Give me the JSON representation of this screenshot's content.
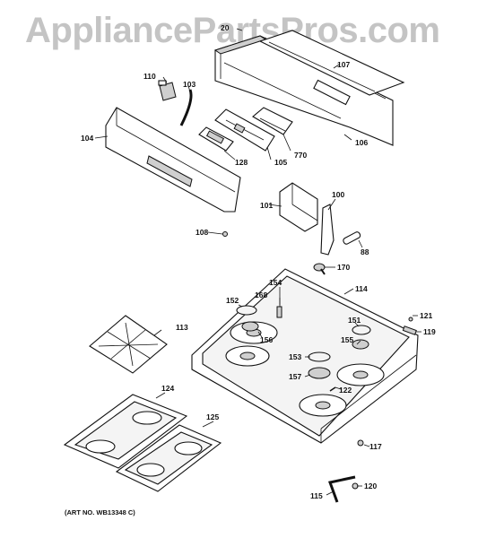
{
  "watermark": "AppliancePartsPros.com",
  "art_number": "(ART NO. WB13348 C)",
  "labels": {
    "l20": "20",
    "l107": "107",
    "l110": "110",
    "l103": "103",
    "l104": "104",
    "l128": "128",
    "l105": "105",
    "l770": "770",
    "l106": "106",
    "l100": "100",
    "l101": "101",
    "l108": "108",
    "l88": "88",
    "l170": "170",
    "l154": "154",
    "l114": "114",
    "l152": "152",
    "l168": "168",
    "l121": "121",
    "l151": "151",
    "l119": "119",
    "l113": "113",
    "l156": "156",
    "l155": "155",
    "l153": "153",
    "l157": "157",
    "l122": "122",
    "l124": "124",
    "l125": "125",
    "l117": "117",
    "l120": "120",
    "l115": "115"
  }
}
